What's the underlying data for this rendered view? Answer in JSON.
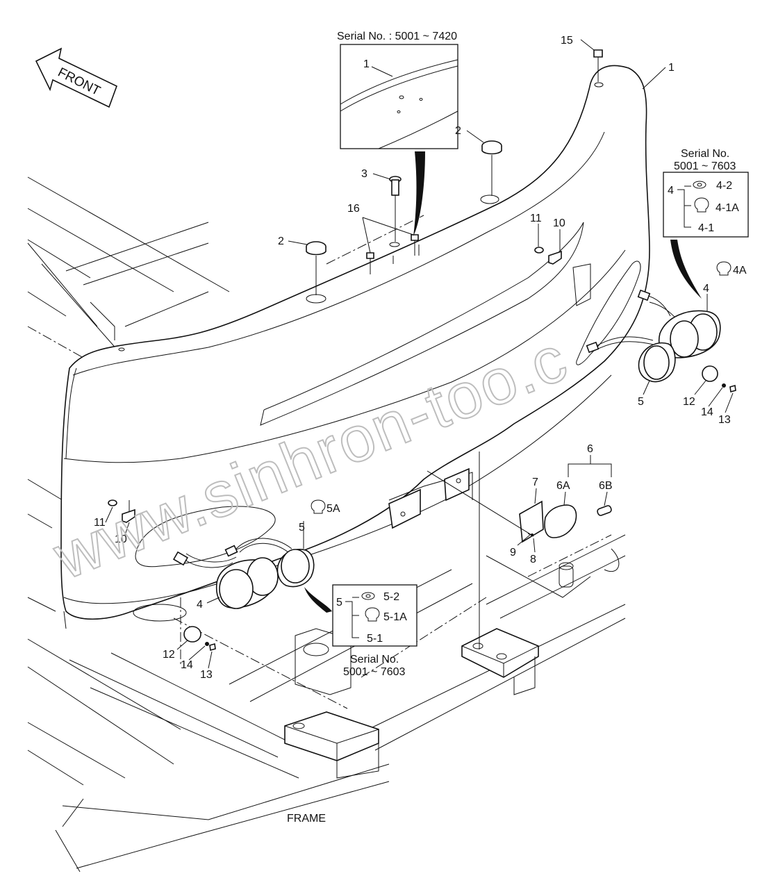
{
  "direction_label": "FRONT",
  "frame_label": "FRAME",
  "watermark": "www.sinhron-too.c",
  "inset_top": {
    "serial": "Serial No. : 5001 ~ 7420",
    "part": "1"
  },
  "inset_right": {
    "serial_line1": "Serial No.",
    "serial_line2": "5001 ~ 7603",
    "group": "4",
    "items": [
      "4-2",
      "4-1A",
      "4-1"
    ]
  },
  "inset_bottom": {
    "serial_line1": "Serial No.",
    "serial_line2": "5001 ~ 7603",
    "group": "5",
    "items": [
      "5-2",
      "5-1A",
      "5-1"
    ]
  },
  "callouts": {
    "c15": "15",
    "c1": "1",
    "c2a": "2",
    "c2b": "2",
    "c3": "3",
    "c16": "16",
    "c11a": "11",
    "c10a": "10",
    "c4A": "4A",
    "c4a": "4",
    "c5a": "5",
    "c12a": "12",
    "c14a": "14",
    "c13a": "13",
    "c6": "6",
    "c6A": "6A",
    "c6B": "6B",
    "c7": "7",
    "c9": "9",
    "c8": "8",
    "c11b": "11",
    "c10b": "10",
    "c5A": "5A",
    "c5b": "5",
    "c4b": "4",
    "c12b": "12",
    "c14b": "14",
    "c13b": "13"
  }
}
